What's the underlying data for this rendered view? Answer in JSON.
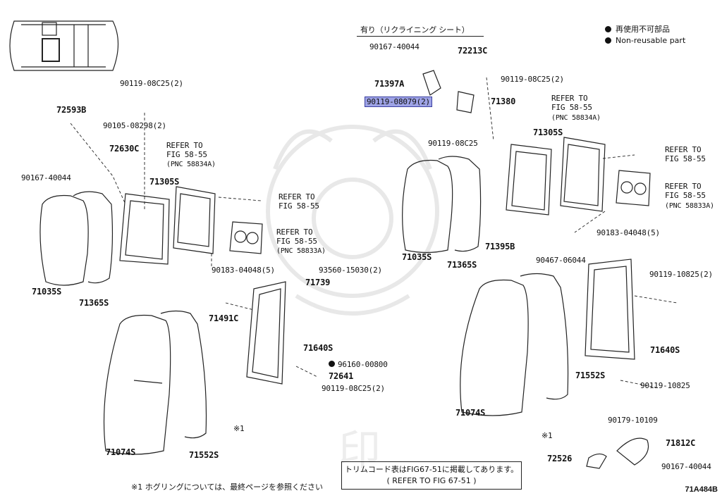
{
  "header": {
    "variant_title": "有り（リクライニング シート）"
  },
  "legend": {
    "items": [
      {
        "label": "再使用不可部品"
      },
      {
        "label": "Non-reusable part"
      }
    ]
  },
  "parts": {
    "p71035s_l": "71035S",
    "p71365s_l": "71365S",
    "p71305s_l": "71305S",
    "p71074s_l": "71074S",
    "p71552s_l": "71552S",
    "p72593b": "72593B",
    "p72630c": "72630C",
    "p71739": "71739",
    "p71491c": "71491C",
    "p71640s_l": "71640S",
    "p72641": "72641",
    "p72213c": "72213C",
    "p71397a": "71397A",
    "p71380": "71380",
    "p71305s_r": "71305S",
    "p71035s_r": "71035S",
    "p71365s_r": "71365S",
    "p71395b": "71395B",
    "p71640s_r": "71640S",
    "p71552s_r": "71552S",
    "p71074s_r": "71074S",
    "p72526": "72526",
    "p71812c": "71812C"
  },
  "bolts": {
    "b1": "90119-08C25(2)",
    "b2": "90105-08298(2)",
    "b3": "90167-40044",
    "b4": "90183-04048(5)",
    "b5": "93560-15030(2)",
    "b6": "96160-00800",
    "b7": "90119-08C25(2)",
    "b8": "90167-40044",
    "b9": "90119-08C25(2)",
    "b10": "90119-08079(2)",
    "b11": "90119-08C25",
    "b12": "90183-04048(5)",
    "b13": "90467-06044",
    "b14": "90119-10825(2)",
    "b15": "90119-10825",
    "b16": "90179-10109",
    "b17": "90167-40044"
  },
  "refs": {
    "r1_a": "REFER TO",
    "r1_b": "FIG 58-55",
    "r1_c": "(PNC 58834A)",
    "r2_a": "REFER TO",
    "r2_b": "FIG 58-55",
    "r3_a": "REFER TO",
    "r3_b": "FIG 58-55",
    "r3_c": "(PNC 58833A)",
    "r4_a": "REFER TO",
    "r4_b": "FIG 58-55",
    "r4_c": "(PNC 58834A)",
    "r5_a": "REFER TO",
    "r5_b": "FIG 58-55",
    "r6_a": "REFER TO",
    "r6_b": "FIG 58-55",
    "r6_c": "(PNC 58833A)"
  },
  "marks": {
    "m1": "※1",
    "m2": "※1"
  },
  "footnote": "※1 ホグリングについては、最終ページを参照ください",
  "trim_note": {
    "line1": "トリムコード表はFIG67-51に掲載してあります。",
    "line2": "(    REFER TO FIG 67-51    )"
  },
  "figure_code": "71A484B",
  "highlighted_part": "90119-08079(2)"
}
